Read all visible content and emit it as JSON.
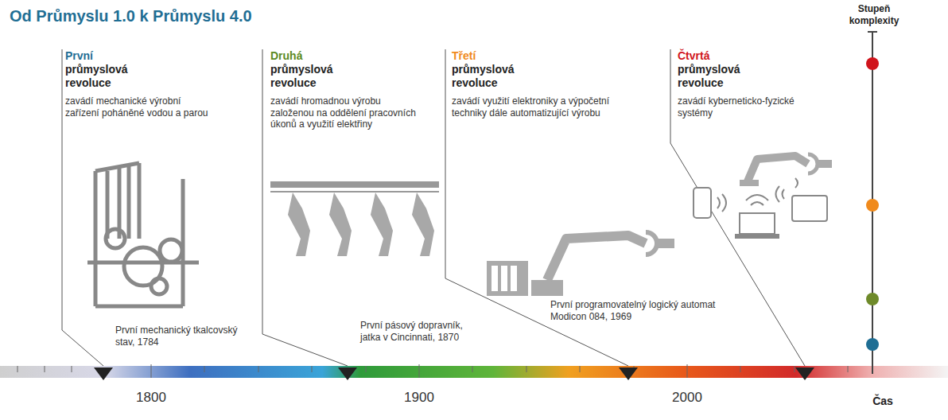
{
  "diagram": {
    "title": "Od Průmyslu 1.0 k Průmyslu 4.0",
    "labels": [
      "První",
      "průmyslová revoluce",
      "zavádí mechanické výrobní zařízení poháněné vodou a parou",
      "První mechanický tkalcovský stav, 1784",
      "Druhá",
      "průmyslová revoluce",
      "zavádí hromadnou výrobu založenou na oddělení pracovních úkonů a využití elektřiny",
      "První pásový dopravník, jatka v Cincinnati, 1870",
      "Třetí",
      "průmyslová revoluce",
      "zavádí využití elektroniky a výpočetní techniky dále automatizující výrobu",
      "První programovatelný logický automat Modicon 084, 1969",
      "Čtvrtá",
      "průmyslová revoluce",
      "zavádí kyberneticko-fyzické systémy",
      "Stupeň komplexity",
      "1800",
      "1900",
      "2000",
      "Čas"
    ]
  }
}
